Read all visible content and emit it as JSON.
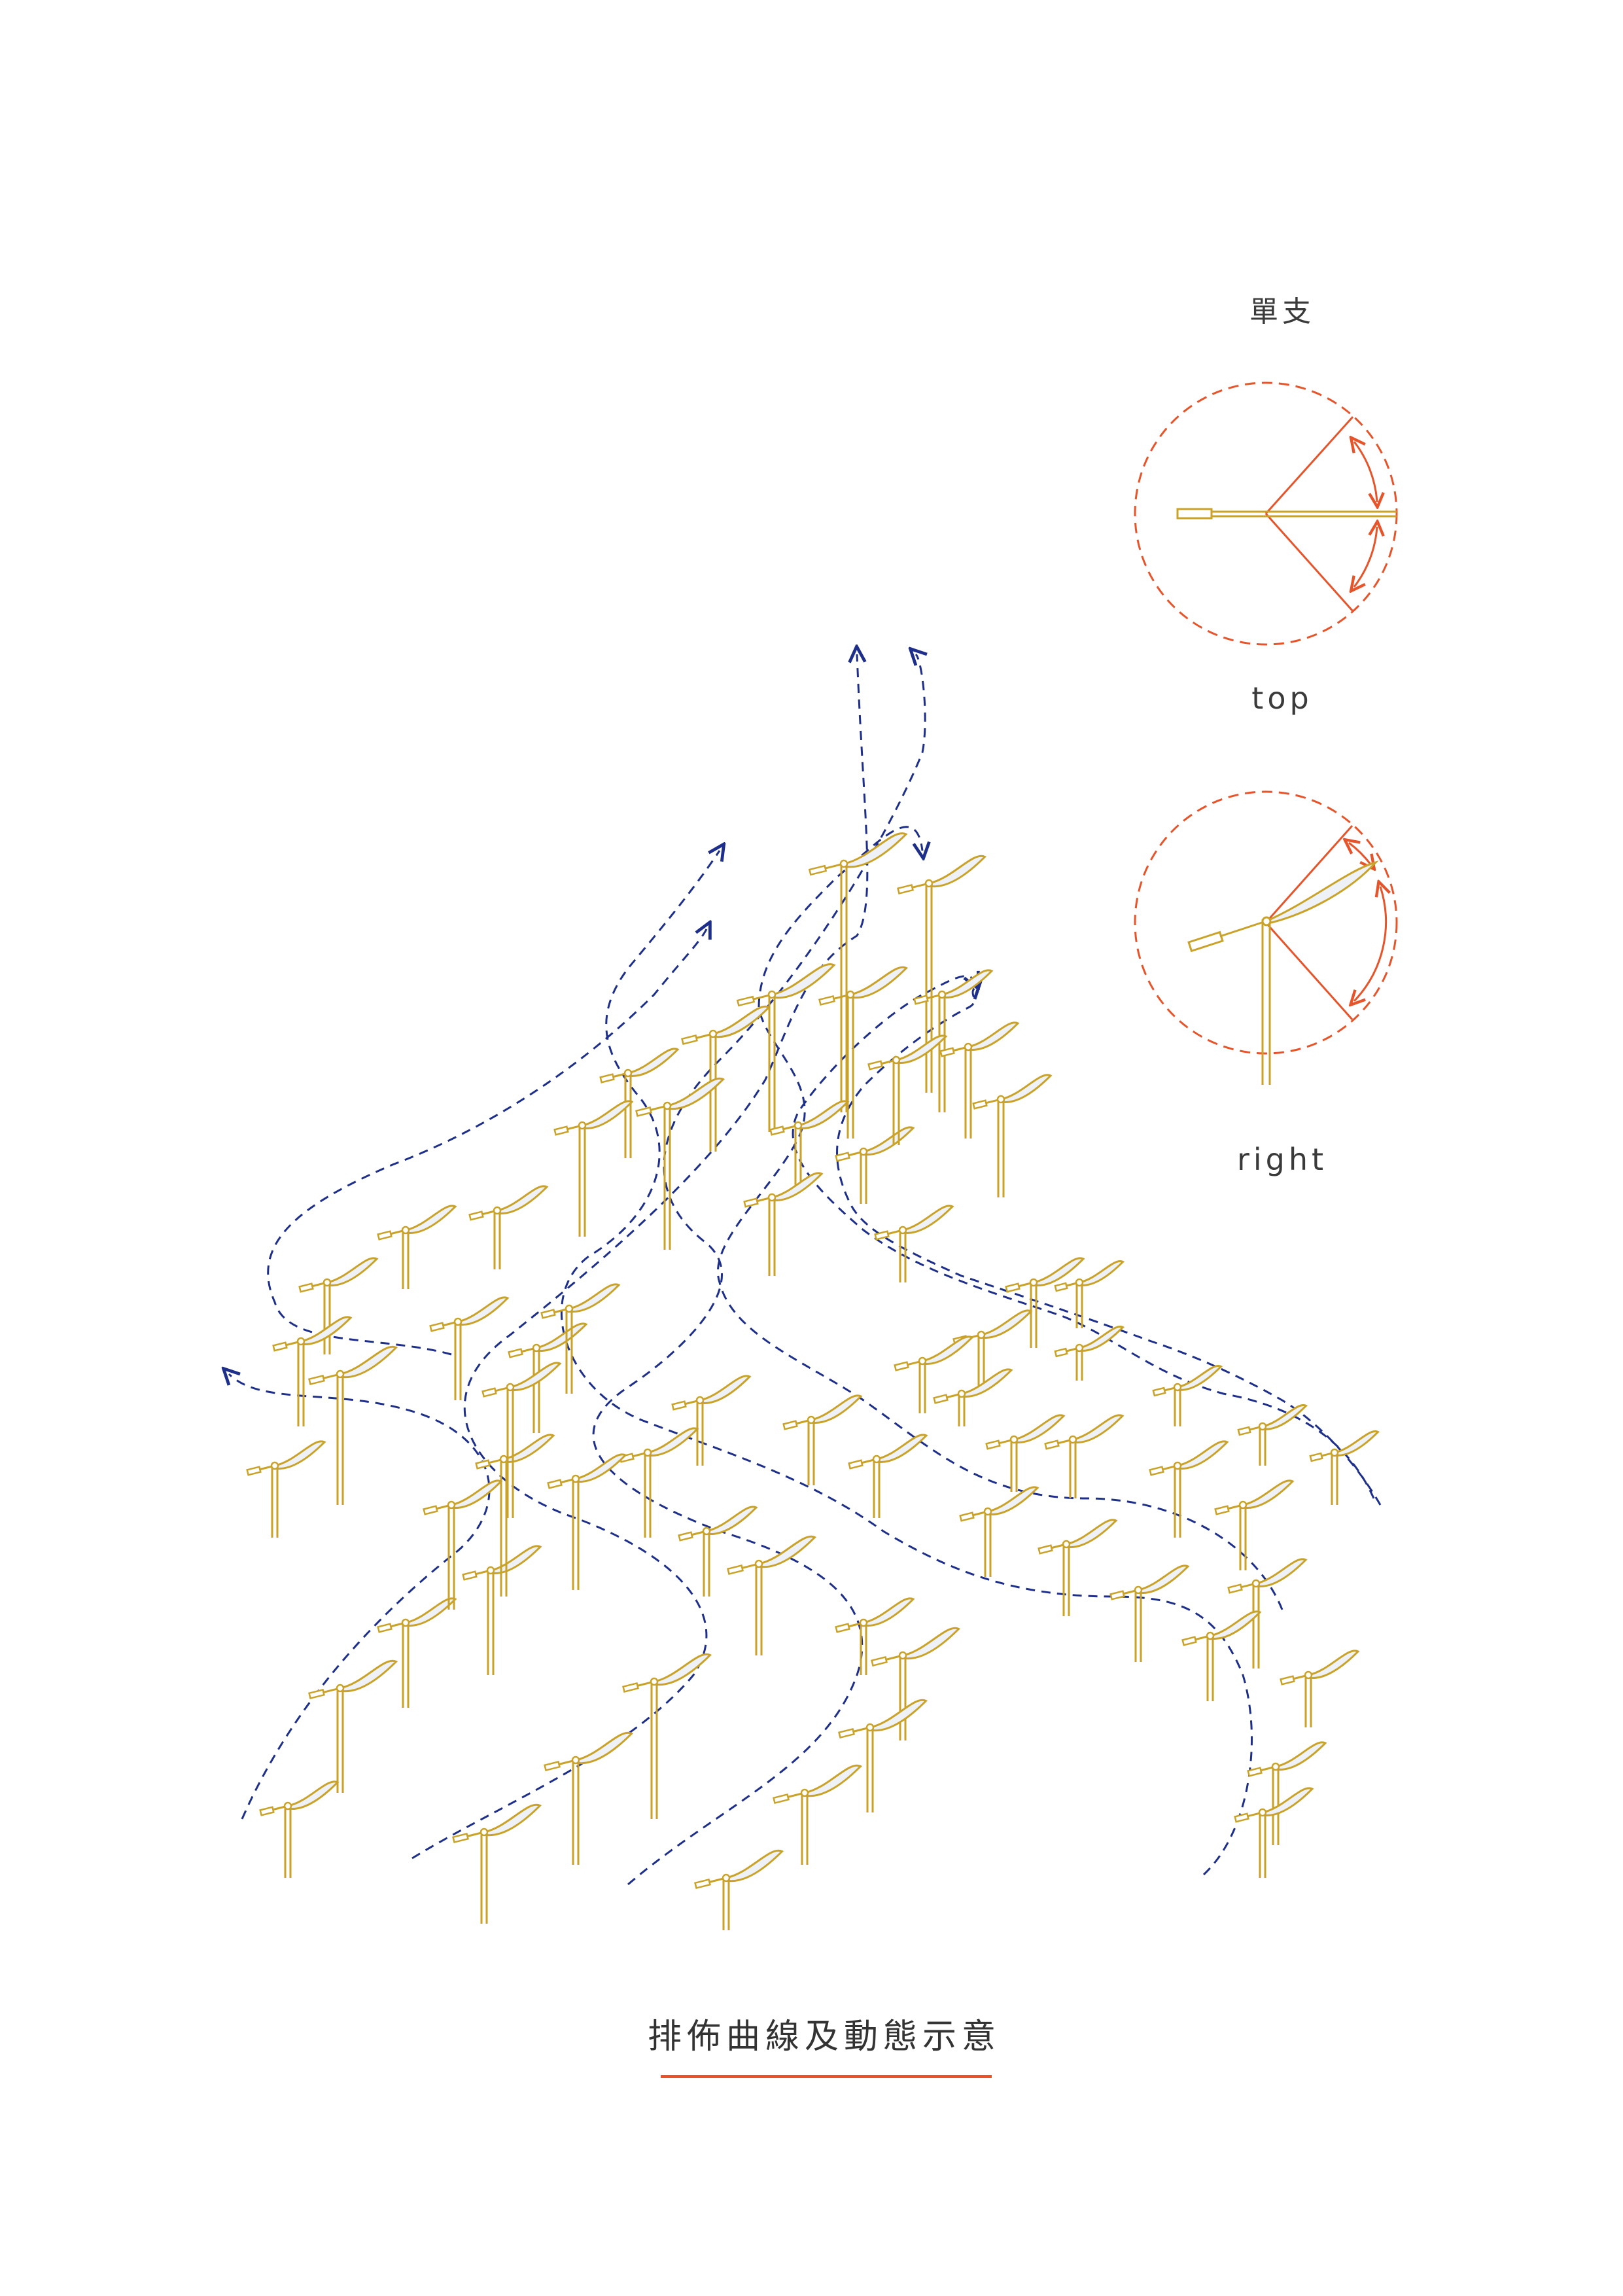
{
  "labels": {
    "single": "單支",
    "top": "top",
    "right": "right"
  },
  "caption": "排佈曲線及動態示意",
  "colors": {
    "pole": "#c9a227",
    "petal_fill": "#eef1f6",
    "flow_line": "#1d2f8a",
    "angle_marker": "#e8542a",
    "text": "#333333"
  },
  "icons": {
    "flow_arrow": "arrowhead-icon",
    "rotation_arrow": "double-arrow-icon"
  }
}
